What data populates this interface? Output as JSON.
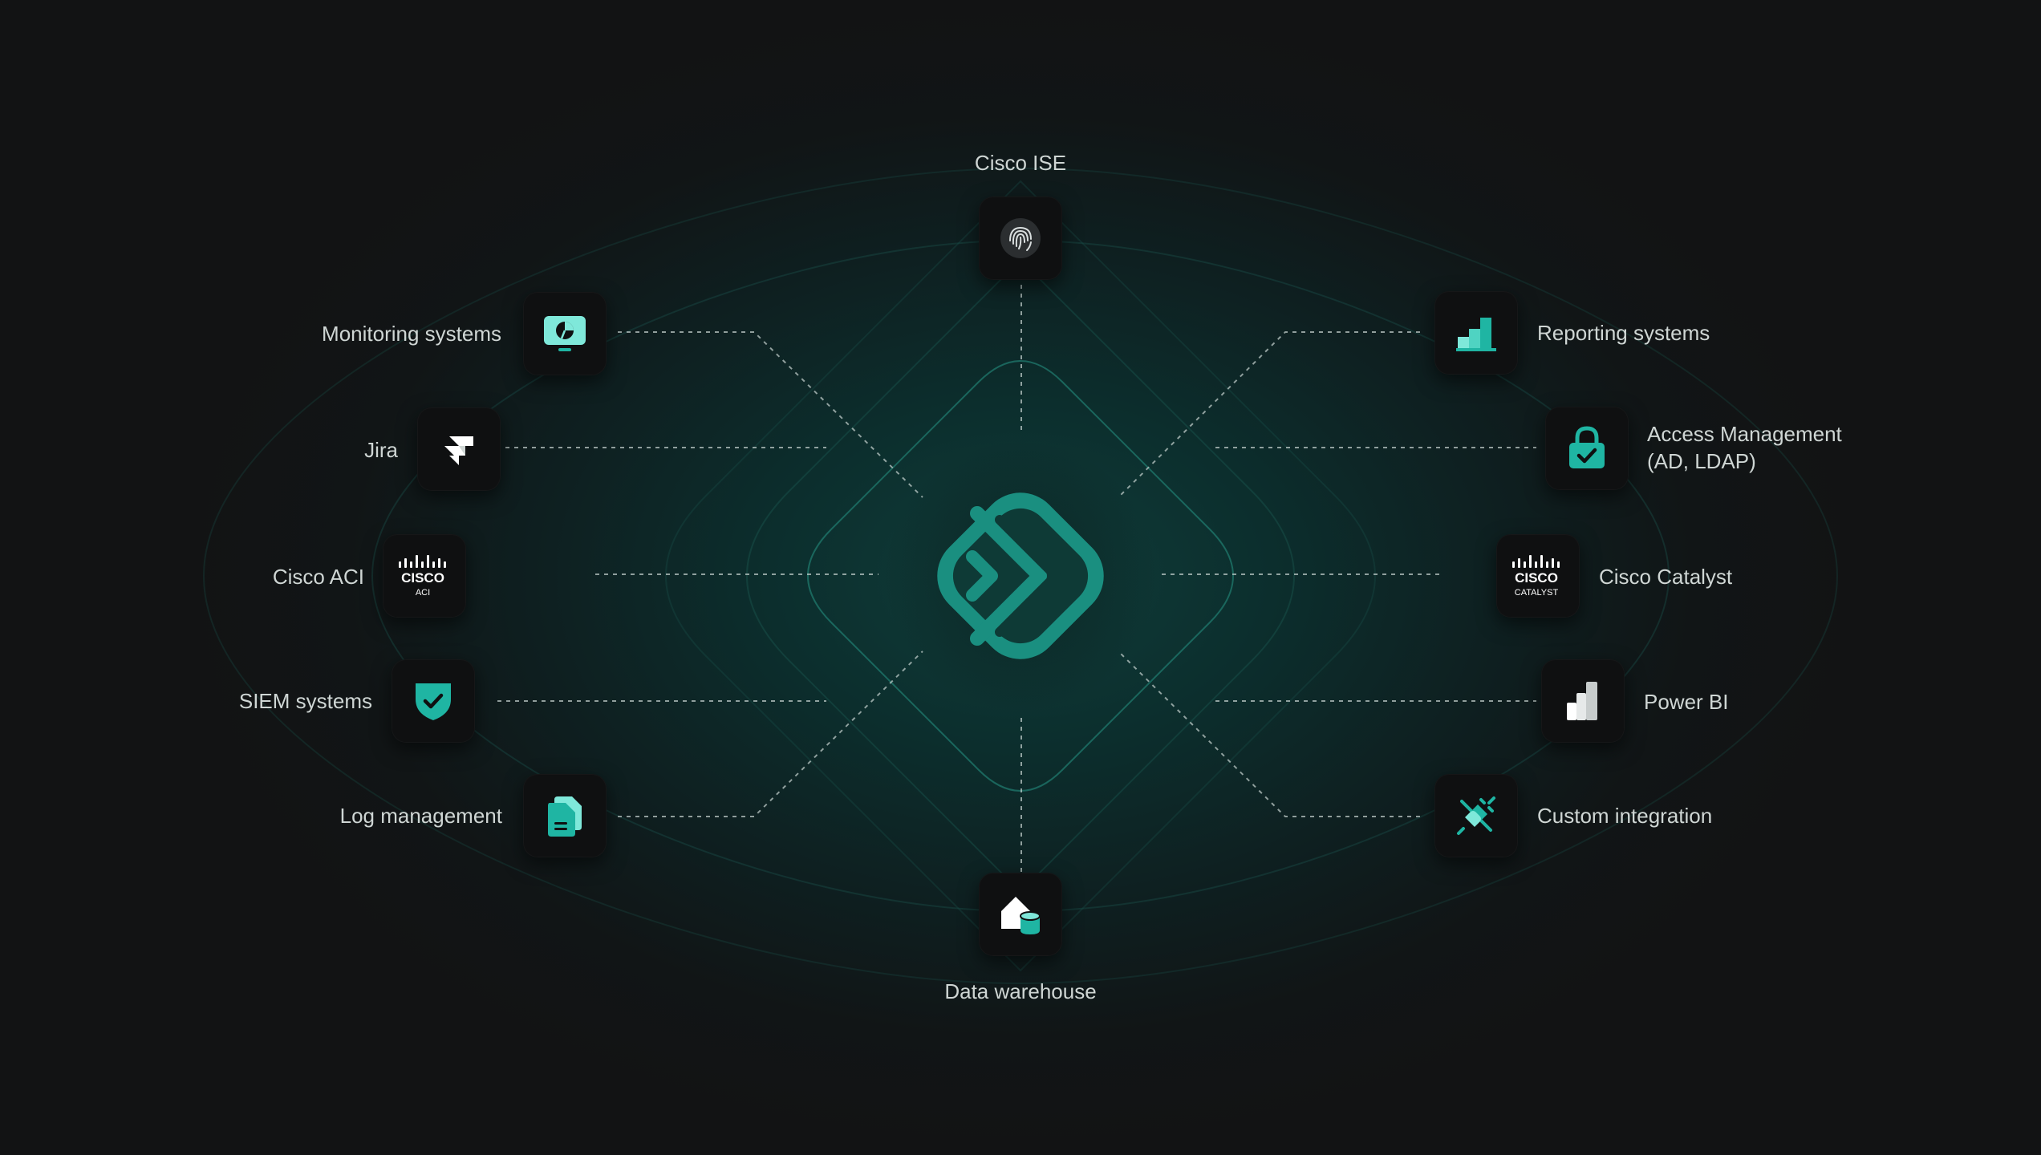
{
  "diagram": {
    "hub": {
      "icon": "brand-chevron-diamond-icon"
    },
    "colors": {
      "accent": "#1fb5a3",
      "accent_light": "#7fe8da",
      "background": "#111314",
      "glow": "#0f3d3a",
      "tile": "#0f1011",
      "label": "#cfd6d4"
    },
    "nodes": {
      "cisco_ise": {
        "label": "Cisco ISE",
        "icon": "fingerprint-icon"
      },
      "monitoring": {
        "label": "Monitoring systems",
        "icon": "monitor-pie-chart-icon"
      },
      "jira": {
        "label": "Jira",
        "icon": "jira-logo-icon"
      },
      "cisco_aci": {
        "label": "Cisco ACI",
        "icon": "cisco-logo-icon",
        "logo_word": "CISCO",
        "logo_sub": "ACI"
      },
      "siem": {
        "label": "SIEM systems",
        "icon": "shield-check-icon"
      },
      "log_mgmt": {
        "label": "Log management",
        "icon": "document-stack-icon"
      },
      "data_warehouse": {
        "label": "Data warehouse",
        "icon": "home-database-icon"
      },
      "reporting": {
        "label": "Reporting systems",
        "icon": "bar-chart-icon"
      },
      "access_mgmt": {
        "label_line1": "Access Management",
        "label_line2": "(AD, LDAP)",
        "icon": "lock-check-icon"
      },
      "cisco_catalyst": {
        "label": "Cisco Catalyst",
        "icon": "cisco-logo-icon",
        "logo_word": "CISCO",
        "logo_sub": "CATALYST"
      },
      "power_bi": {
        "label": "Power BI",
        "icon": "power-bi-icon"
      },
      "custom": {
        "label": "Custom integration",
        "icon": "plug-disconnect-icon"
      }
    }
  }
}
